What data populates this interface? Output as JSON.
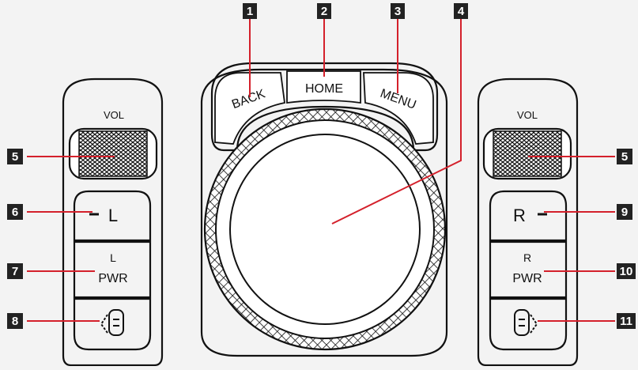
{
  "labels": {
    "back": "BACK",
    "home": "HOME",
    "menu": "MENU",
    "vol_left": "VOL",
    "vol_right": "VOL",
    "l": "L",
    "l_pwr_line1": "L",
    "l_pwr_line2": "PWR",
    "r": "R",
    "r_pwr_line1": "R",
    "r_pwr_line2": "PWR"
  },
  "callouts": [
    "1",
    "2",
    "3",
    "4",
    "5",
    "6",
    "7",
    "8",
    "9",
    "10",
    "11",
    "5"
  ],
  "colors": {
    "background": "#f3f3f3",
    "leader_line": "#d4202b",
    "callout_box": "#222222",
    "outline": "#111111"
  },
  "icons": {
    "left_bottom": "seat-recline-left-icon",
    "right_bottom": "seat-recline-right-icon"
  }
}
